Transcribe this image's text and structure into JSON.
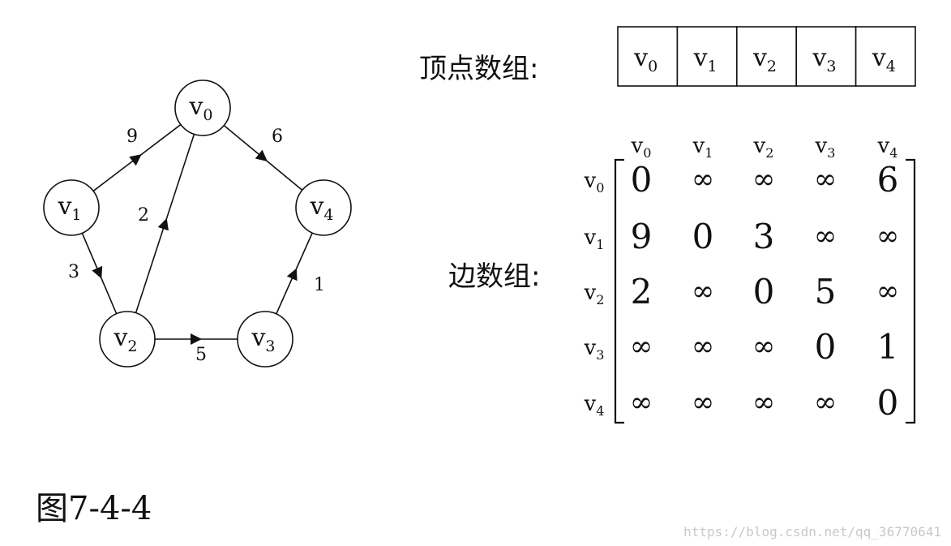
{
  "graph": {
    "nodes": [
      {
        "id": "v0",
        "label": "v",
        "sub": "0"
      },
      {
        "id": "v1",
        "label": "v",
        "sub": "1"
      },
      {
        "id": "v2",
        "label": "v",
        "sub": "2"
      },
      {
        "id": "v3",
        "label": "v",
        "sub": "3"
      },
      {
        "id": "v4",
        "label": "v",
        "sub": "4"
      }
    ],
    "edges": [
      {
        "from": "v1",
        "to": "v0",
        "weight": "9"
      },
      {
        "from": "v0",
        "to": "v4",
        "weight": "6"
      },
      {
        "from": "v2",
        "to": "v0",
        "weight": "2"
      },
      {
        "from": "v1",
        "to": "v2",
        "weight": "3"
      },
      {
        "from": "v2",
        "to": "v3",
        "weight": "5"
      },
      {
        "from": "v3",
        "to": "v4",
        "weight": "1"
      }
    ]
  },
  "vertex_array": {
    "label": "顶点数组:",
    "cells": [
      {
        "label": "v",
        "sub": "0"
      },
      {
        "label": "v",
        "sub": "1"
      },
      {
        "label": "v",
        "sub": "2"
      },
      {
        "label": "v",
        "sub": "3"
      },
      {
        "label": "v",
        "sub": "4"
      }
    ]
  },
  "edge_array": {
    "label": "边数组:",
    "col_headers": [
      {
        "label": "v",
        "sub": "0"
      },
      {
        "label": "v",
        "sub": "1"
      },
      {
        "label": "v",
        "sub": "2"
      },
      {
        "label": "v",
        "sub": "3"
      },
      {
        "label": "v",
        "sub": "4"
      }
    ],
    "row_headers": [
      {
        "label": "v",
        "sub": "0"
      },
      {
        "label": "v",
        "sub": "1"
      },
      {
        "label": "v",
        "sub": "2"
      },
      {
        "label": "v",
        "sub": "3"
      },
      {
        "label": "v",
        "sub": "4"
      }
    ],
    "matrix": [
      [
        "0",
        "∞",
        "∞",
        "∞",
        "6"
      ],
      [
        "9",
        "0",
        "3",
        "∞",
        "∞"
      ],
      [
        "2",
        "∞",
        "0",
        "5",
        "∞"
      ],
      [
        "∞",
        "∞",
        "∞",
        "0",
        "1"
      ],
      [
        "∞",
        "∞",
        "∞",
        "∞",
        "0"
      ]
    ]
  },
  "figure_label": "图7-4-4",
  "watermark": "https://blog.csdn.net/qq_36770641"
}
